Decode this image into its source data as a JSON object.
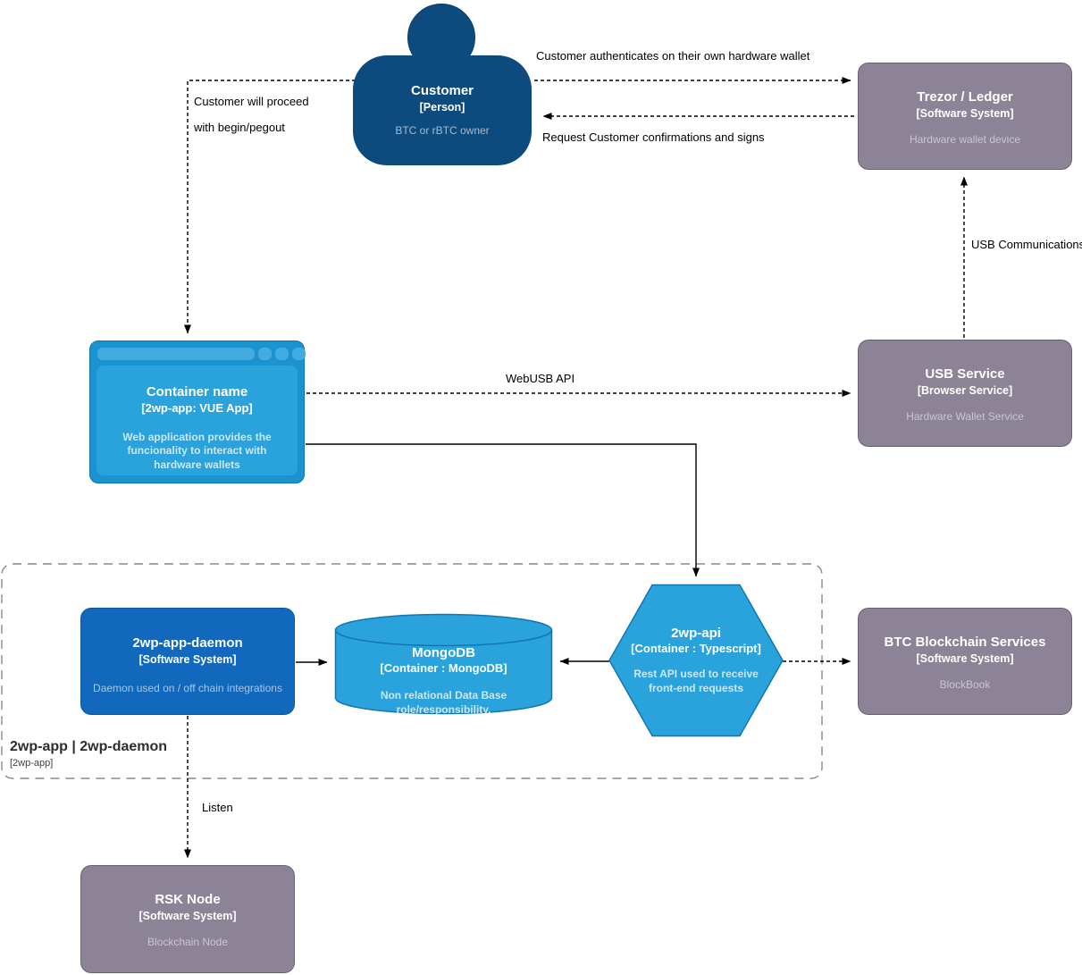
{
  "colors": {
    "person_fill": "#0d4a7d",
    "system_fill": "#1168bd",
    "container_fill": "#2aa2dc",
    "container_frame": "#1b93d0",
    "container_stroke": "#1177b3",
    "external_fill": "#8c8496",
    "edge": "#000000",
    "boundary_stroke": "#8a8a8a",
    "label": "#000000",
    "boundary_label": "#2d2d2d"
  },
  "nodes": {
    "customer": {
      "title": "Customer",
      "subtitle": "[Person]",
      "description": "BTC or rBTC owner"
    },
    "trezor": {
      "title": "Trezor / Ledger",
      "subtitle": "[Software System]",
      "description": "Hardware wallet device"
    },
    "webapp": {
      "title": "Container name",
      "subtitle": "[2wp-app: VUE App]",
      "description": "Web application provides the funcionality to interact with hardware wallets"
    },
    "usb_service": {
      "title": "USB Service",
      "subtitle": "[Browser Service]",
      "description": "Hardware Wallet Service"
    },
    "daemon": {
      "title": "2wp-app-daemon",
      "subtitle": "[Software System]",
      "description": "Daemon used on / off chain integrations"
    },
    "mongodb": {
      "title": "MongoDB",
      "subtitle": "[Container : MongoDB]",
      "description": "Non relational Data Base role/responsibility."
    },
    "api": {
      "title": "2wp-api",
      "subtitle": "[Container : Typescript]",
      "description": "Rest API used to receive front-end requests"
    },
    "btc": {
      "title": "BTC Blockchain Services",
      "subtitle": "[Software System]",
      "description": "BlockBook"
    },
    "rsk": {
      "title": "RSK Node",
      "subtitle": "[Software System]",
      "description": "Blockchain Node"
    }
  },
  "boundary": {
    "title": "2wp-app | 2wp-daemon",
    "subtitle": "[2wp-app]"
  },
  "edges": {
    "auth": "Customer authenticates on their own hardware wallet",
    "request": "Request Customer confirmations and signs",
    "proceed_line1": "Customer will proceed",
    "proceed_line2": "with begin/pegout",
    "webusb": "WebUSB API",
    "usb_comm": "USB Communications",
    "listen": "Listen"
  }
}
